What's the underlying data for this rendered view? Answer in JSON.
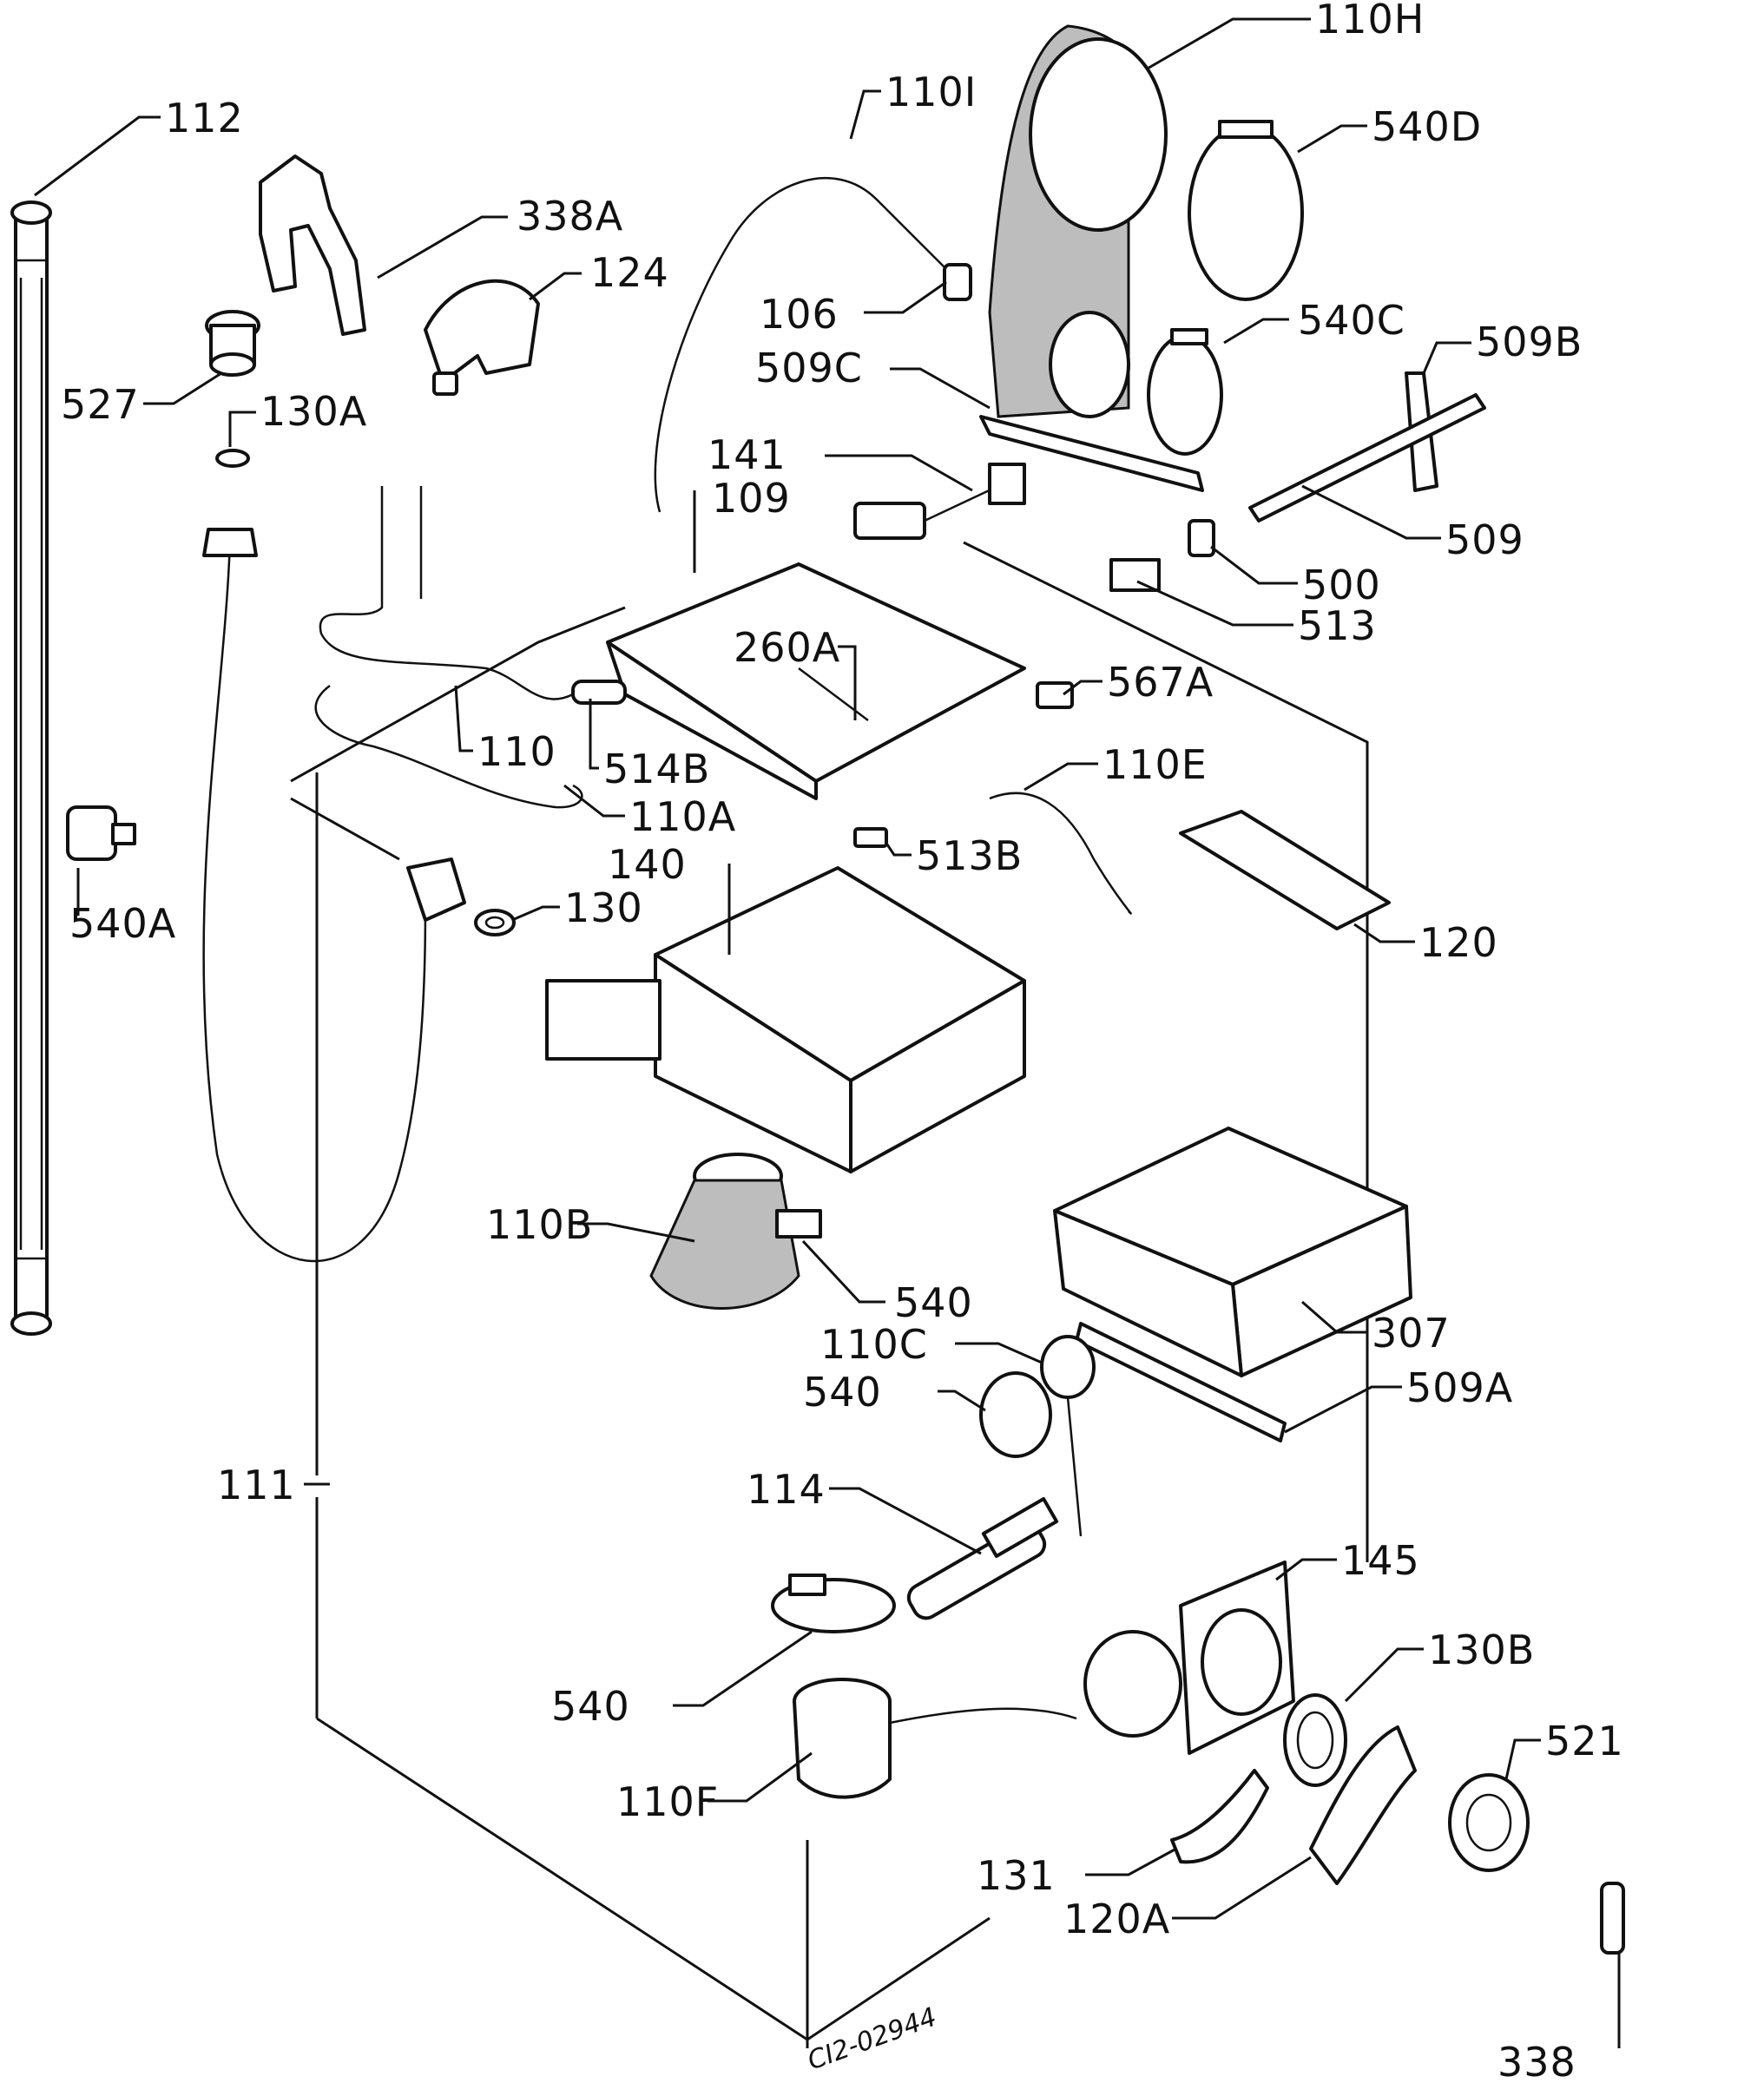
{
  "diagram": {
    "drawing_code": "CI2-02944",
    "labels": [
      {
        "key": "l110H",
        "text": "110H"
      },
      {
        "key": "l112",
        "text": "112"
      },
      {
        "key": "l110I",
        "text": "110I"
      },
      {
        "key": "l540D",
        "text": "540D"
      },
      {
        "key": "l338A",
        "text": "338A"
      },
      {
        "key": "l124",
        "text": "124"
      },
      {
        "key": "l106",
        "text": "106"
      },
      {
        "key": "l540C",
        "text": "540C"
      },
      {
        "key": "l509C",
        "text": "509C"
      },
      {
        "key": "l509B",
        "text": "509B"
      },
      {
        "key": "l527",
        "text": "527"
      },
      {
        "key": "l130A",
        "text": "130A"
      },
      {
        "key": "l141",
        "text": "141"
      },
      {
        "key": "l109",
        "text": "109"
      },
      {
        "key": "l509",
        "text": "509"
      },
      {
        "key": "l500",
        "text": "500"
      },
      {
        "key": "l513",
        "text": "513"
      },
      {
        "key": "l260A",
        "text": "260A"
      },
      {
        "key": "l567A",
        "text": "567A"
      },
      {
        "key": "l110",
        "text": "110"
      },
      {
        "key": "l514B",
        "text": "514B"
      },
      {
        "key": "l110E",
        "text": "110E"
      },
      {
        "key": "l110A",
        "text": "110A"
      },
      {
        "key": "l540A",
        "text": "540A"
      },
      {
        "key": "l513B",
        "text": "513B"
      },
      {
        "key": "l140",
        "text": "140"
      },
      {
        "key": "l130",
        "text": "130"
      },
      {
        "key": "l120",
        "text": "120"
      },
      {
        "key": "l110B",
        "text": "110B"
      },
      {
        "key": "l540_1",
        "text": "540"
      },
      {
        "key": "l307",
        "text": "307"
      },
      {
        "key": "l110C",
        "text": "110C"
      },
      {
        "key": "l509A",
        "text": "509A"
      },
      {
        "key": "l540_2",
        "text": "540"
      },
      {
        "key": "l111",
        "text": "111"
      },
      {
        "key": "l114",
        "text": "114"
      },
      {
        "key": "l145",
        "text": "145"
      },
      {
        "key": "l130B",
        "text": "130B"
      },
      {
        "key": "l540_3",
        "text": "540"
      },
      {
        "key": "l521",
        "text": "521"
      },
      {
        "key": "l110F",
        "text": "110F"
      },
      {
        "key": "l131",
        "text": "131"
      },
      {
        "key": "l120A",
        "text": "120A"
      },
      {
        "key": "l338",
        "text": "338"
      }
    ]
  }
}
